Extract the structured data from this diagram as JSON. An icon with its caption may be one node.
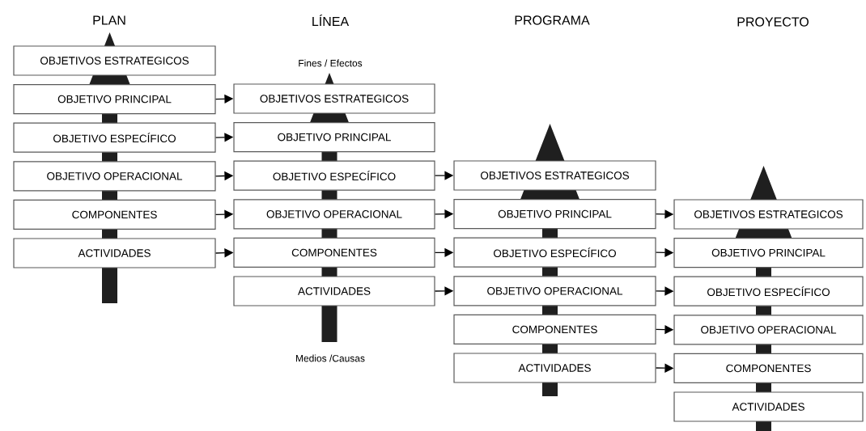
{
  "diagram": {
    "nodes": [
      {
        "text": [
          "OBJETIVOS ESTRATEGICOS"
        ]
      },
      {
        "text": [
          "OBJETIVO PRINCIPAL"
        ]
      },
      {
        "text": [
          "OBJETIVO ESPECÍFICO"
        ]
      },
      {
        "text": [
          "OBJETIVO OPERACIONAL"
        ]
      },
      {
        "text": [
          "COMPONENTES"
        ]
      },
      {
        "text": [
          "ACTIVIDADES"
        ]
      },
      {
        "text": [
          "OBJETIVOS ESTRATEGICOS"
        ]
      },
      {
        "text": [
          "OBJETIVO PRINCIPAL"
        ]
      },
      {
        "text": [
          "OBJETIVO ESPECÍFICO"
        ]
      },
      {
        "text": [
          "OBJETIVO OPERACIONAL"
        ]
      },
      {
        "text": [
          "COMPONENTES"
        ]
      },
      {
        "text": [
          "ACTIVIDADES"
        ]
      },
      {
        "text": [
          "OBJETIVOS ESTRATEGICOS"
        ]
      },
      {
        "text": [
          "OBJETIVO PRINCIPAL"
        ]
      },
      {
        "text": [
          "OBJETIVO ESPECÍFICO"
        ]
      },
      {
        "text": [
          "OBJETIVO OPERACIONAL"
        ]
      },
      {
        "text": [
          "COMPONENTES"
        ]
      },
      {
        "text": [
          "ACTIVIDADES"
        ]
      },
      {
        "text": [
          "OBJETIVOS ESTRATEGICOS"
        ]
      },
      {
        "text": [
          "OBJETIVO PRINCIPAL"
        ]
      },
      {
        "text": [
          "OBJETIVO ESPECÍFICO"
        ]
      },
      {
        "text": [
          "OBJETIVO OPERACIONAL"
        ]
      },
      {
        "text": [
          "COMPONENTES"
        ]
      },
      {
        "text": [
          "ACTIVIDADES"
        ]
      }
    ],
    "edges": [
      {
        "from": 1,
        "to": 6,
        "arrow": "to"
      },
      {
        "from": 2,
        "to": 7,
        "arrow": "to"
      },
      {
        "from": 3,
        "to": 8,
        "arrow": "to"
      },
      {
        "from": 4,
        "to": 9,
        "arrow": "to"
      },
      {
        "from": 5,
        "to": 10,
        "arrow": "to"
      },
      {
        "from": 8,
        "to": 12,
        "arrow": "to"
      },
      {
        "from": 9,
        "to": 13,
        "arrow": "to"
      },
      {
        "from": 10,
        "to": 14,
        "arrow": "to"
      },
      {
        "from": 11,
        "to": 15,
        "arrow": "to"
      },
      {
        "from": 13,
        "to": 18,
        "arrow": "to"
      },
      {
        "from": 14,
        "to": 19,
        "arrow": "to"
      },
      {
        "from": 15,
        "to": 20,
        "arrow": "to"
      },
      {
        "from": 16,
        "to": 21,
        "arrow": "to"
      },
      {
        "from": 17,
        "to": 22,
        "arrow": "to"
      }
    ],
    "labels": [
      "PLAN",
      "LÍNEA",
      "PROGRAMA",
      "PROYECTO",
      "Fines / Efectos",
      "Medios /Causas"
    ]
  }
}
